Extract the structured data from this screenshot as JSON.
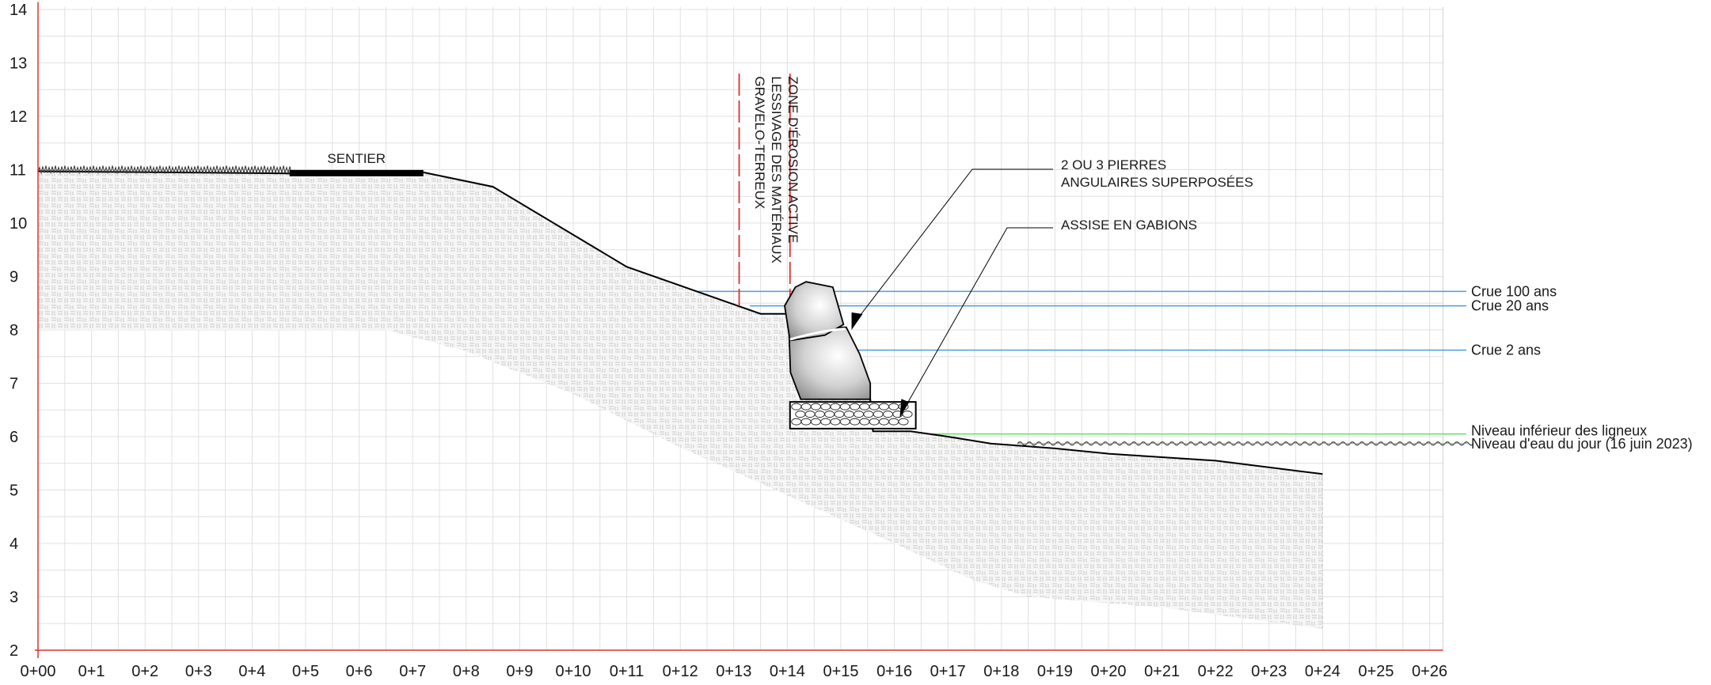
{
  "chart_data": {
    "type": "cross-section",
    "x_ticks": [
      "0+00",
      "0+1",
      "0+2",
      "0+3",
      "0+4",
      "0+5",
      "0+6",
      "0+7",
      "0+8",
      "0+9",
      "0+10",
      "0+11",
      "0+12",
      "0+13",
      "0+14",
      "0+15",
      "0+16",
      "0+17",
      "0+18",
      "0+19",
      "0+20",
      "0+21",
      "0+22",
      "0+23",
      "0+24",
      "0+25",
      "0+26"
    ],
    "y_ticks": [
      "2",
      "3",
      "4",
      "5",
      "6",
      "7",
      "8",
      "9",
      "10",
      "11",
      "12",
      "13",
      "14"
    ],
    "xlim": [
      0,
      26.25
    ],
    "ylim": [
      2,
      14.05
    ],
    "grid": true,
    "ground_profile": [
      [
        0,
        10.97
      ],
      [
        4.7,
        10.93
      ],
      [
        7.2,
        10.95
      ],
      [
        8.5,
        10.68
      ],
      [
        11.0,
        9.18
      ],
      [
        13.5,
        8.3
      ],
      [
        14.0,
        8.3
      ],
      [
        15.1,
        7.62
      ],
      [
        15.55,
        6.7
      ],
      [
        15.6,
        6.1
      ],
      [
        16.3,
        6.1
      ],
      [
        17.0,
        6.0
      ],
      [
        17.8,
        5.87
      ],
      [
        19.0,
        5.78
      ],
      [
        20.0,
        5.68
      ],
      [
        22.0,
        5.55
      ],
      [
        24.0,
        5.3
      ]
    ],
    "base_profile": [
      [
        0,
        8.0
      ],
      [
        6.5,
        8.0
      ],
      [
        8.0,
        7.6
      ],
      [
        10.0,
        6.8
      ],
      [
        12.0,
        5.8
      ],
      [
        14.0,
        4.9
      ],
      [
        16.0,
        4.0
      ],
      [
        17.5,
        3.3
      ],
      [
        18.5,
        3.0
      ],
      [
        21.0,
        2.8
      ],
      [
        24.0,
        2.4
      ]
    ],
    "water_levels": [
      {
        "label": "Crue 100 ans",
        "y": 8.72,
        "x_start": 12.3,
        "color": "#4a9ee0"
      },
      {
        "label": "Crue 20 ans",
        "y": 8.45,
        "x_start": 13.3,
        "color": "#4a9ee0"
      },
      {
        "label": "Crue 2 ans",
        "y": 7.62,
        "x_start": 15.1,
        "color": "#4a9ee0"
      },
      {
        "label": "Niveau inférieur des ligneux",
        "y": 6.05,
        "x_start": 16.7,
        "color": "#66dd66"
      },
      {
        "label": "Niveau d'eau du jour (16 juin 2023)",
        "y": 5.87,
        "x_start": 18.3,
        "color": "#555555"
      }
    ],
    "erosion_zone": {
      "x_start": 13.1,
      "x_end": 14.05,
      "y_top": 12.8,
      "y_bottom": 8.45,
      "color": "#e03030",
      "lines": [
        "ZONE D'ÉROSION ACTIVE",
        "LESSIVAGE DES MATÉRIAUX",
        "GRAVELO-TERREUX"
      ]
    },
    "path": {
      "label": "SENTIER",
      "x_start": 4.7,
      "x_end": 7.2,
      "y": 10.95
    },
    "annotations": [
      {
        "lines": [
          "2 OU 3 PIERRES",
          "ANGULAIRES SUPERPOSÉES"
        ],
        "target": [
          15.2,
          8.0
        ]
      },
      {
        "lines": [
          "ASSISE EN GABIONS"
        ],
        "target": [
          16.1,
          6.35
        ]
      }
    ],
    "gabion": {
      "x_start": 14.05,
      "x_end": 16.4,
      "y_bottom": 6.15,
      "y_top": 6.65
    },
    "stones": {
      "x_start": 14.0,
      "x_end": 15.6,
      "y_bottom": 6.7,
      "y_top": 8.9
    }
  }
}
